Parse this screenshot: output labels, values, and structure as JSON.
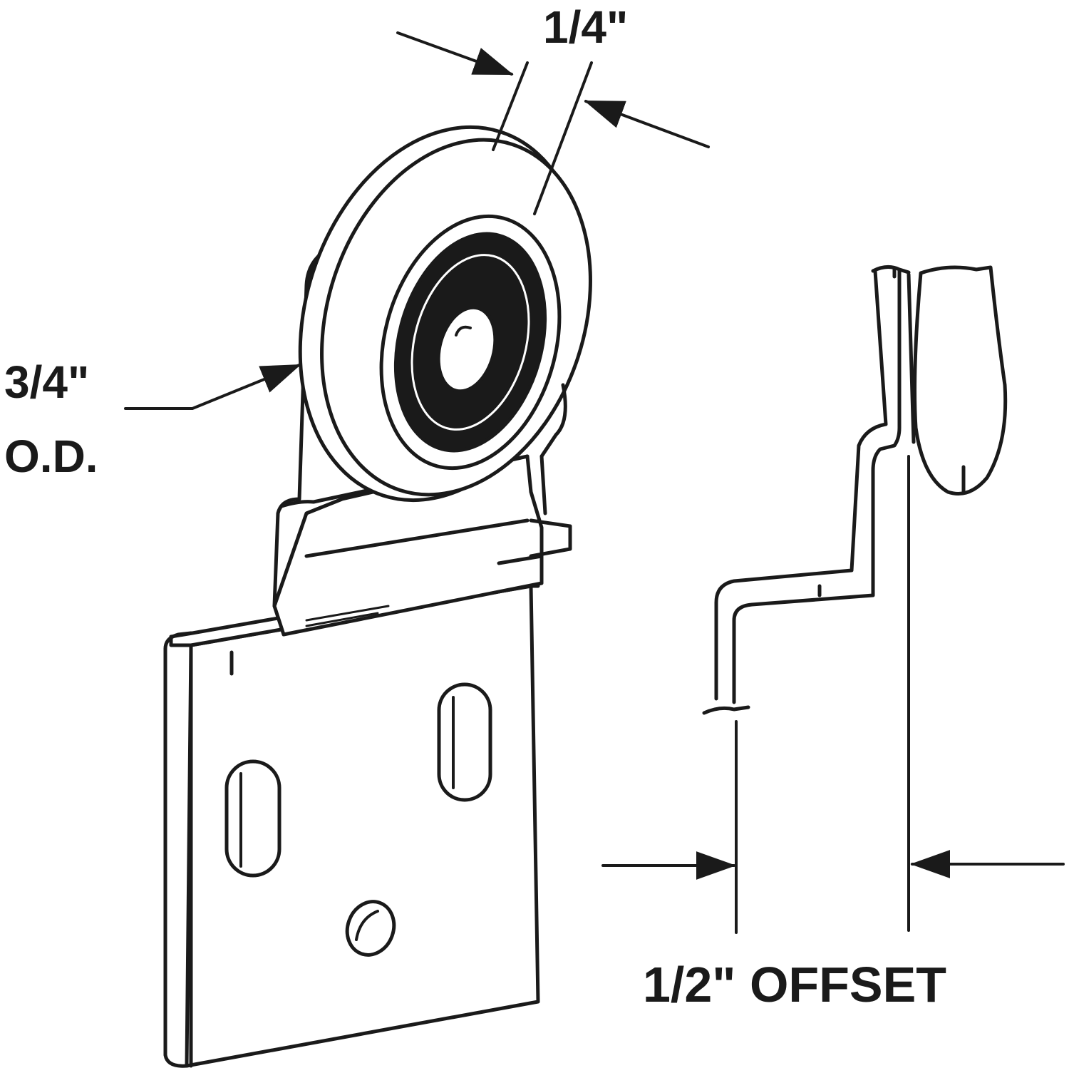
{
  "labels": {
    "wheel_width": "1/4\"",
    "outer_diameter_line1": "3/4\"",
    "outer_diameter_line2": "O.D.",
    "offset": "1/2\" OFFSET"
  },
  "colors": {
    "ink": "#1a1a1a",
    "background": "#ffffff"
  }
}
